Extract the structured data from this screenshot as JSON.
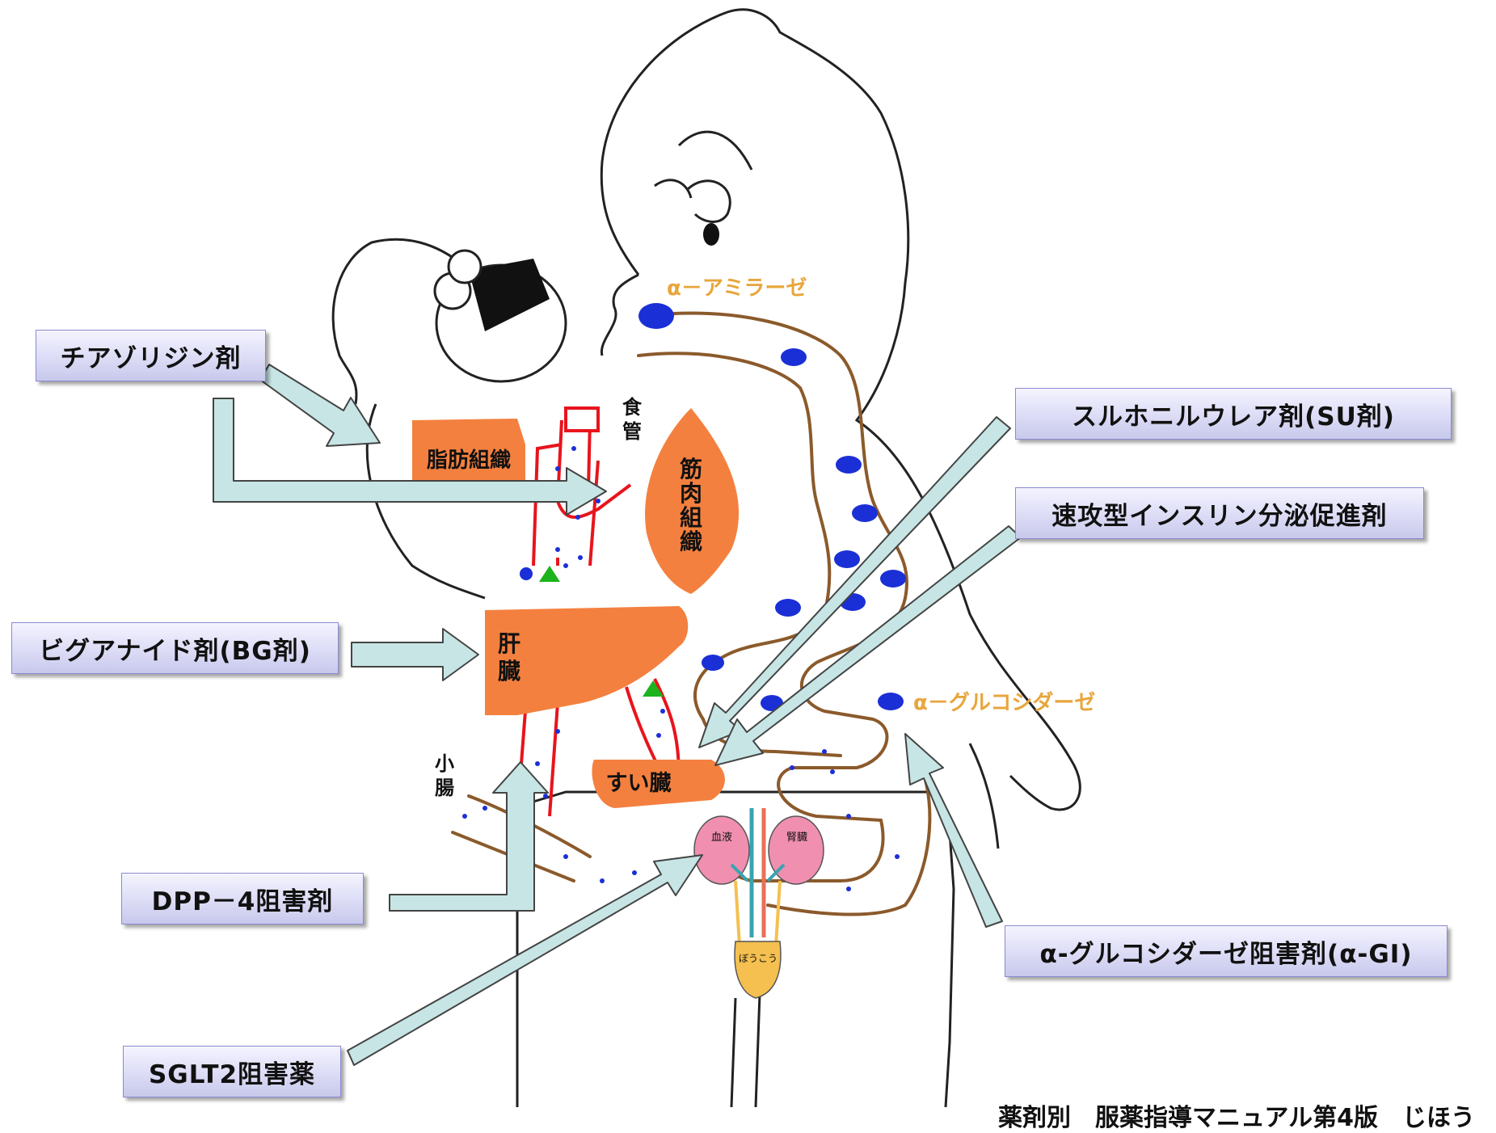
{
  "drug_labels": {
    "tzd": "チアゾリジン剤",
    "bg": "ビグアナイド剤(BG剤)",
    "dpp4": "DPP－4阻害剤",
    "sglt2": "SGLT2阻害薬",
    "su": "スルホニルウレア剤(SU剤)",
    "glinide": "速攻型インスリン分泌促進剤",
    "agi": "α-グルコシダーゼ阻害剤(α-GI)"
  },
  "organ_labels": {
    "fat": "脂肪組織",
    "muscle": [
      "筋",
      "肉",
      "組",
      "織"
    ],
    "liver": [
      "肝",
      "臓"
    ],
    "pancreas": "すい臓",
    "esophagus": [
      "食",
      "管"
    ],
    "small_intestine": [
      "小",
      "腸"
    ],
    "blood": "血液",
    "kidney": "腎臓",
    "bladder": "ぼうこう"
  },
  "enzyme_labels": {
    "amylase": "α－アミラーゼ",
    "glucosidase": "α－グルコシダーゼ"
  },
  "footer_text": "薬剤別　服薬指導マニュアル第4版　じほう",
  "colors": {
    "organ": "#f4803f",
    "intestine_line": "#8b5a2b",
    "vessel": "#e8141c",
    "enzyme_text": "#e8a63c",
    "arrow_fill": "#c7e5e5",
    "arrow_stroke": "#444444",
    "glucose_dot": "#1b2fd6",
    "triangle": "#1db31d",
    "kidney": "#f08fb0",
    "bladder": "#f5c050"
  }
}
